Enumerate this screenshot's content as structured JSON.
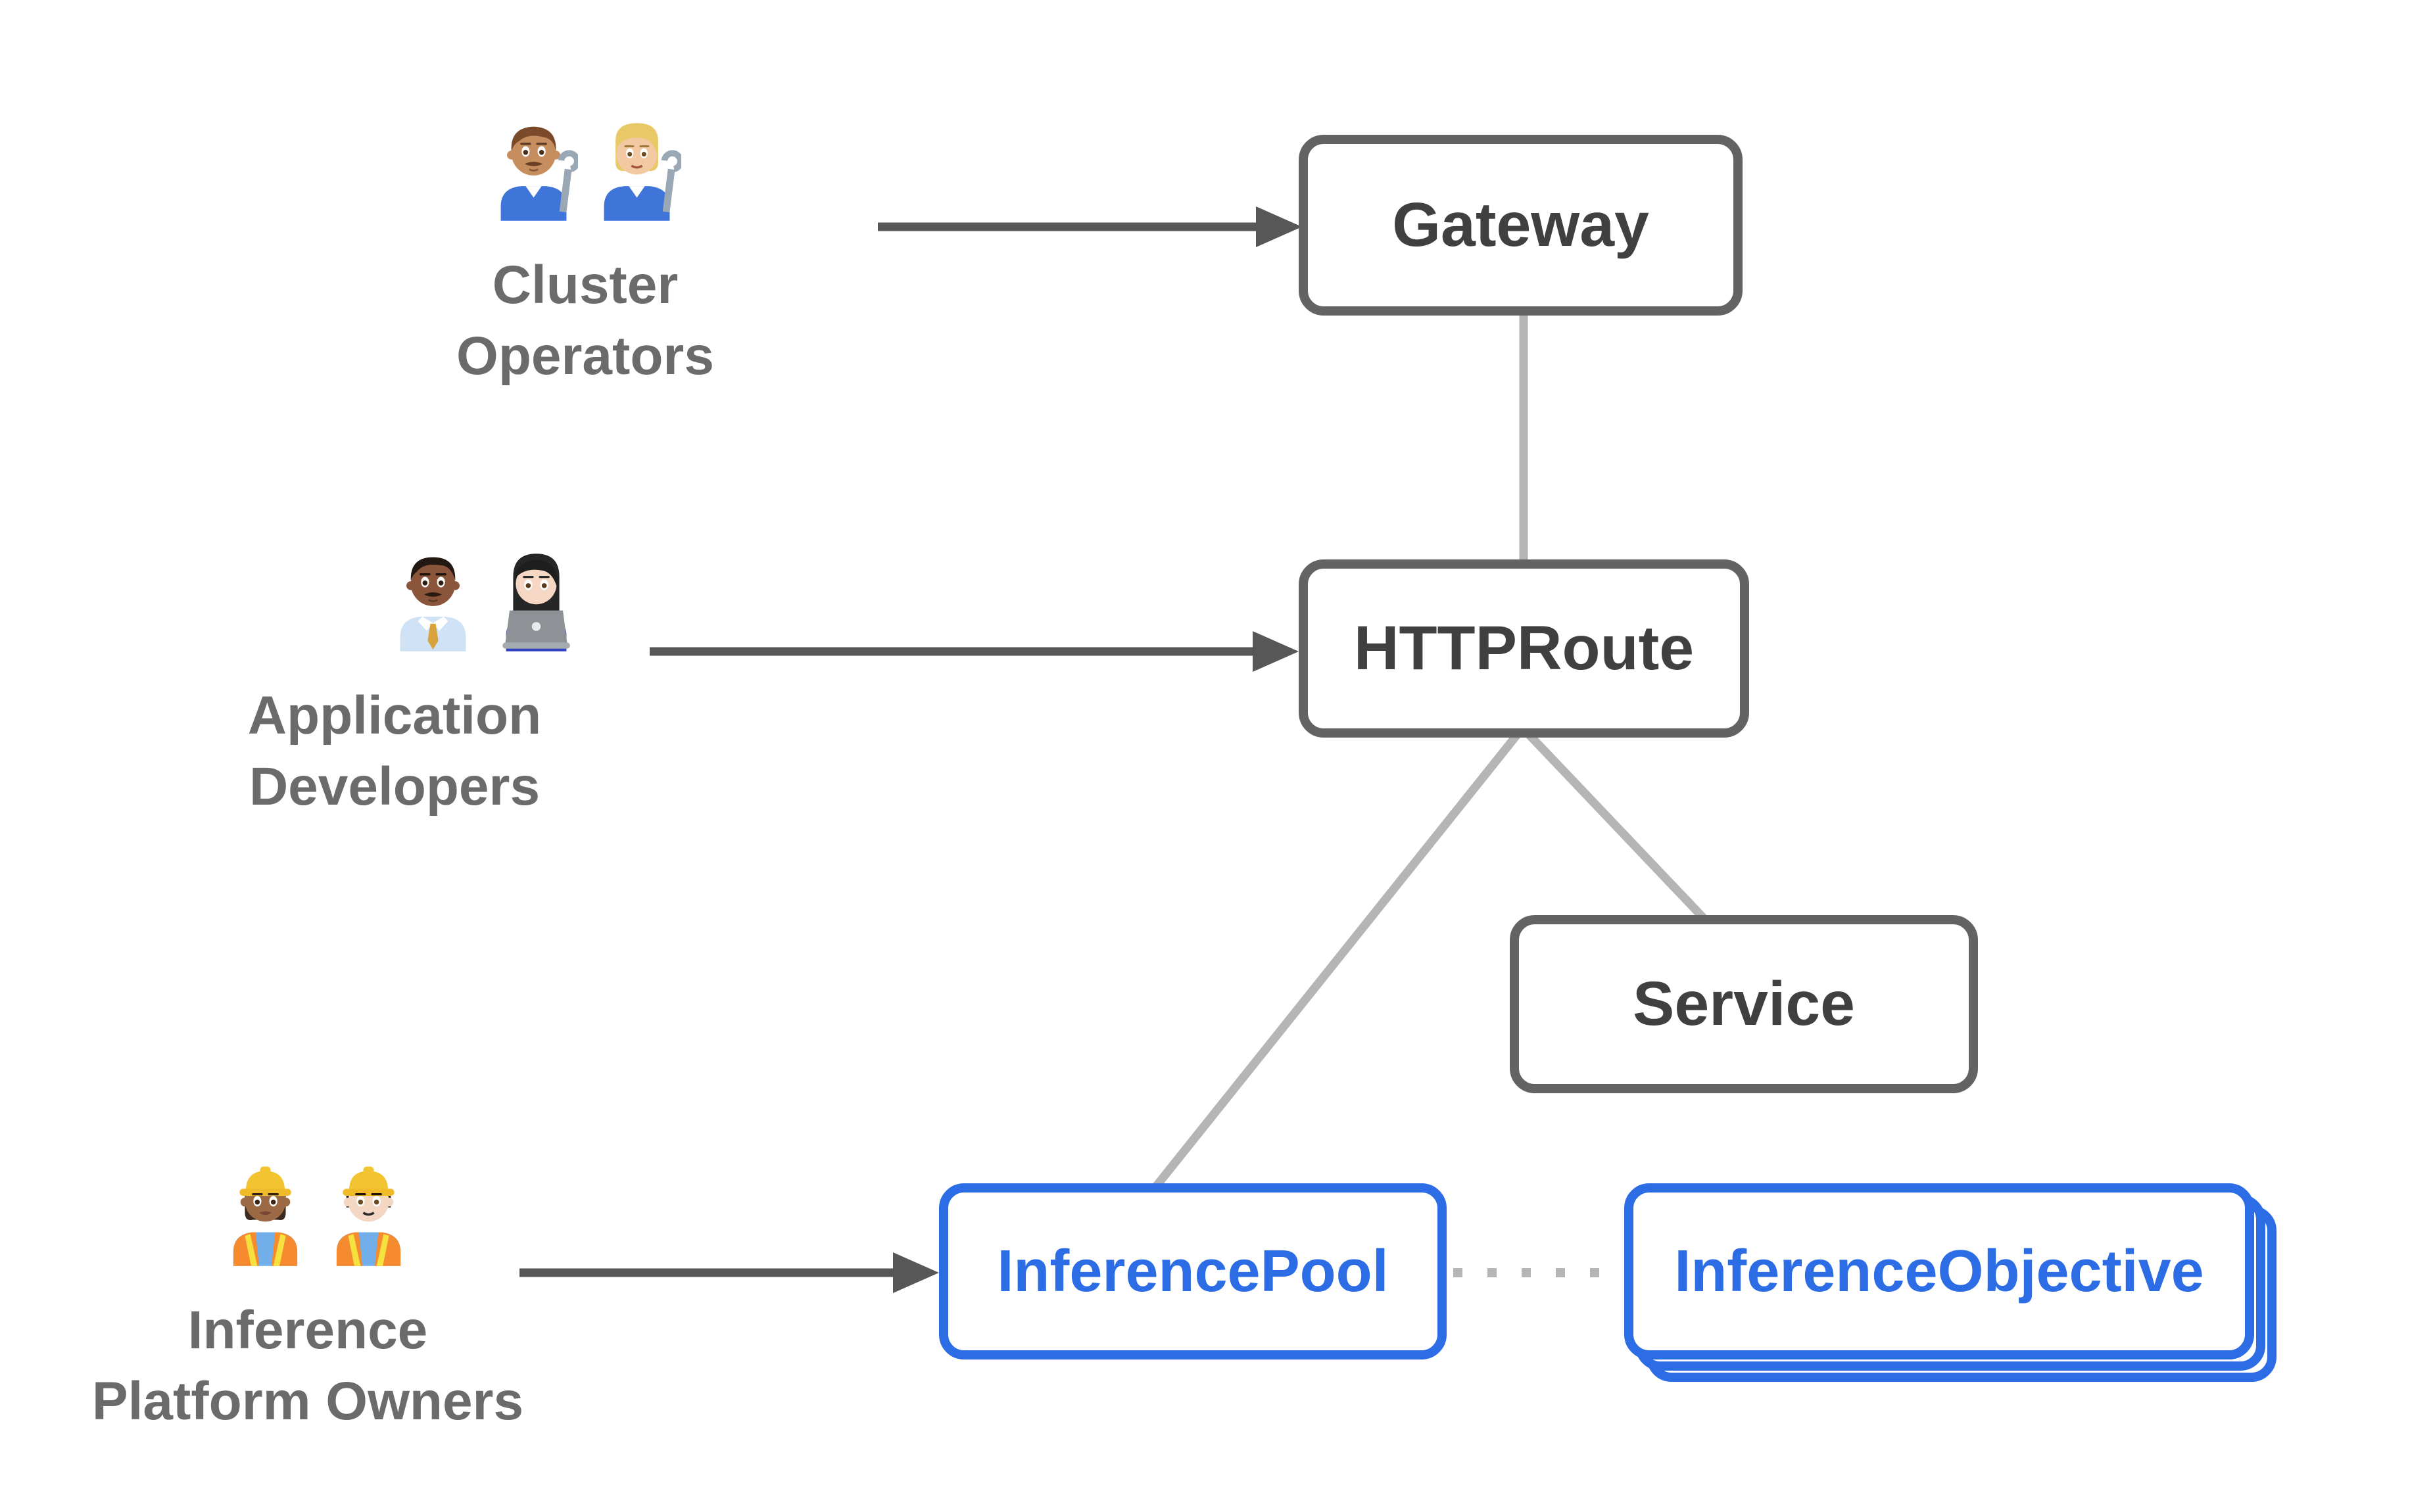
{
  "colors": {
    "background": "#ffffff",
    "node_border_gray": "#636363",
    "node_text_gray": "#404040",
    "accent_blue": "#2c6ce5",
    "persona_label_gray": "#6b6b6b",
    "connector_light_gray": "#b5b5b5",
    "arrow_dark_gray": "#575757",
    "node_fill": "#ffffff"
  },
  "personas": [
    {
      "id": "cluster-operators",
      "label_lines": [
        "Cluster",
        "Operators"
      ],
      "emojis": [
        "👨🏽‍🔧",
        "👩🏼‍🔧"
      ],
      "emoji_names": [
        "man-mechanic-emoji",
        "woman-mechanic-emoji"
      ]
    },
    {
      "id": "application-developers",
      "label_lines": [
        "Application",
        "Developers"
      ],
      "emojis": [
        "👨🏾‍💼",
        "👩🏻‍💻"
      ],
      "emoji_names": [
        "man-office-worker-emoji",
        "woman-technologist-emoji"
      ]
    },
    {
      "id": "inference-platform-owners",
      "label_lines": [
        "Inference",
        "Platform Owners"
      ],
      "emojis": [
        "👷🏾‍♀️",
        "👷🏻‍♂️"
      ],
      "emoji_names": [
        "woman-construction-worker-emoji",
        "man-construction-worker-emoji"
      ]
    }
  ],
  "nodes": [
    {
      "id": "gateway",
      "label": "Gateway",
      "style": "gray"
    },
    {
      "id": "httproute",
      "label": "HTTPRoute",
      "style": "gray"
    },
    {
      "id": "service",
      "label": "Service",
      "style": "gray"
    },
    {
      "id": "inferencepool",
      "label": "InferencePool",
      "style": "blue"
    },
    {
      "id": "inferenceobjective",
      "label": "InferenceObjective",
      "style": "blue",
      "stacked": true
    }
  ],
  "edges": [
    {
      "from": "cluster-operators",
      "to": "gateway",
      "type": "solid-arrow"
    },
    {
      "from": "application-developers",
      "to": "httproute",
      "type": "solid-arrow"
    },
    {
      "from": "inference-platform-owners",
      "to": "inferencepool",
      "type": "solid-arrow"
    },
    {
      "from": "gateway",
      "to": "httproute",
      "type": "plain-line"
    },
    {
      "from": "httproute",
      "to": "inferencepool",
      "type": "plain-line"
    },
    {
      "from": "httproute",
      "to": "service",
      "type": "plain-line"
    },
    {
      "from": "inferencepool",
      "to": "inferenceobjective",
      "type": "dotted-line"
    }
  ]
}
